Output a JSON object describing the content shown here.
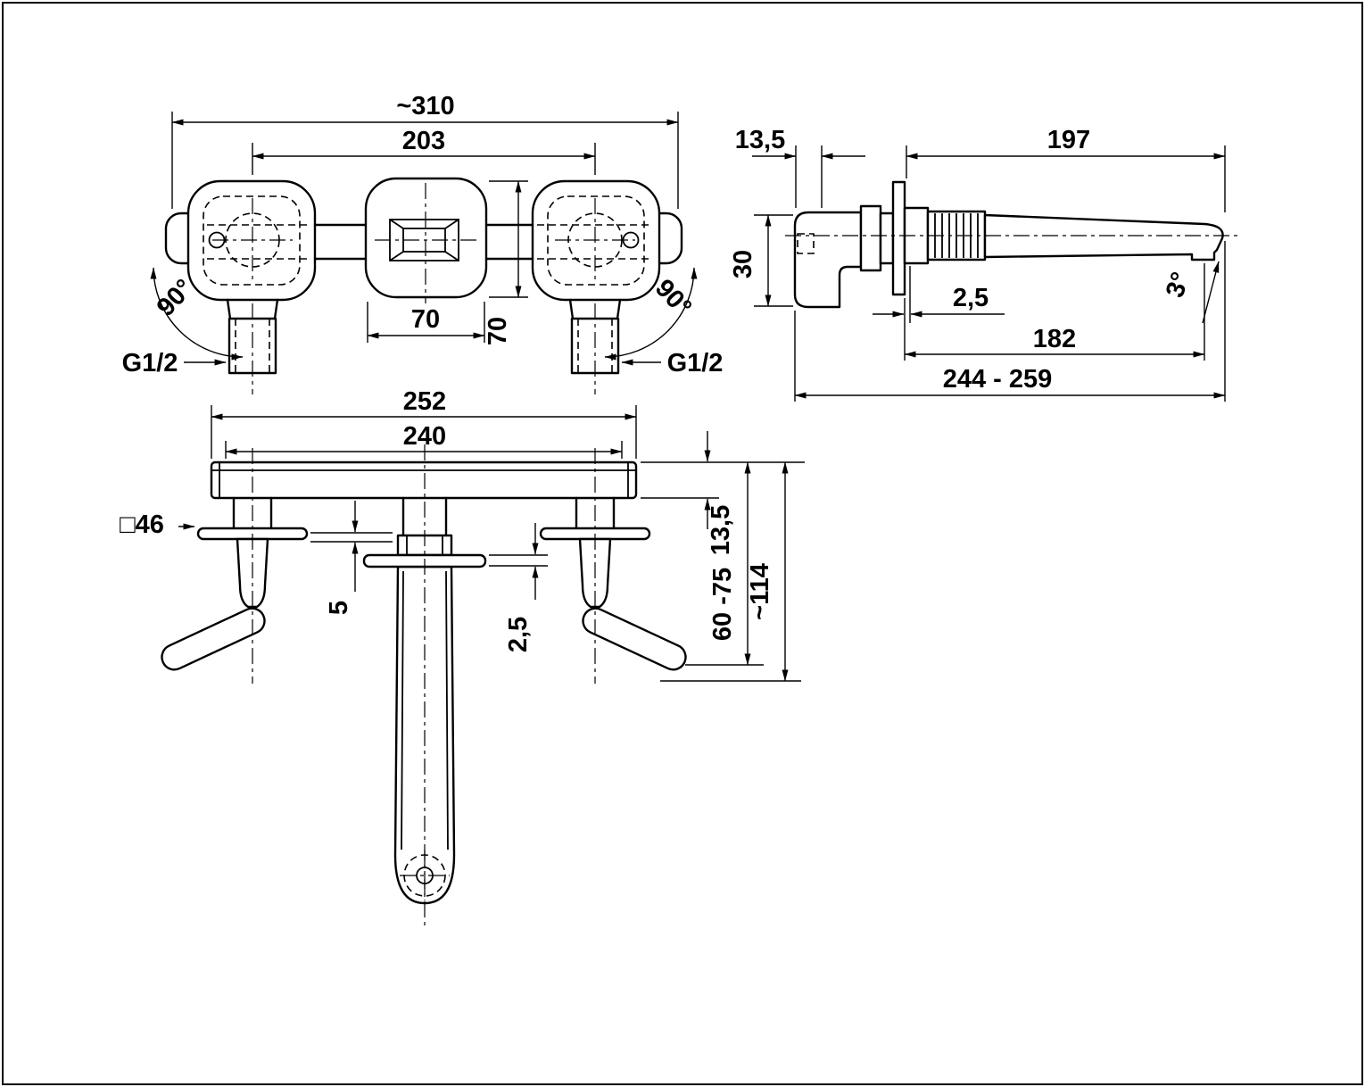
{
  "meta": {
    "background_color": "#ffffff",
    "line_color": "#000000",
    "drawing_type": "wall-mounted 3-hole basin mixer installation drawing"
  },
  "front_view": {
    "overall_width": "~310",
    "handle_spacing": "203",
    "spout_block_width": "70",
    "spout_block_height": "70",
    "handle_angle_left": "90°",
    "handle_angle_right": "90°",
    "thread_left": "G1/2",
    "thread_right": "G1/2"
  },
  "side_view": {
    "wall_plate_offset": "13,5",
    "spout_length": "197",
    "elbow_height": "30",
    "plate_gap": "2,5",
    "spout_reach": "182",
    "depth_range": "244 - 259",
    "spout_angle": "3°"
  },
  "bottom_view": {
    "bar_length": "252",
    "fixing_distance": "240",
    "escutcheon_square": "□46",
    "plate_thickness": "13,5",
    "gap_small": "5",
    "flange_gap": "2,5",
    "install_depth_range": "60 -75",
    "total_depth": "~114"
  }
}
